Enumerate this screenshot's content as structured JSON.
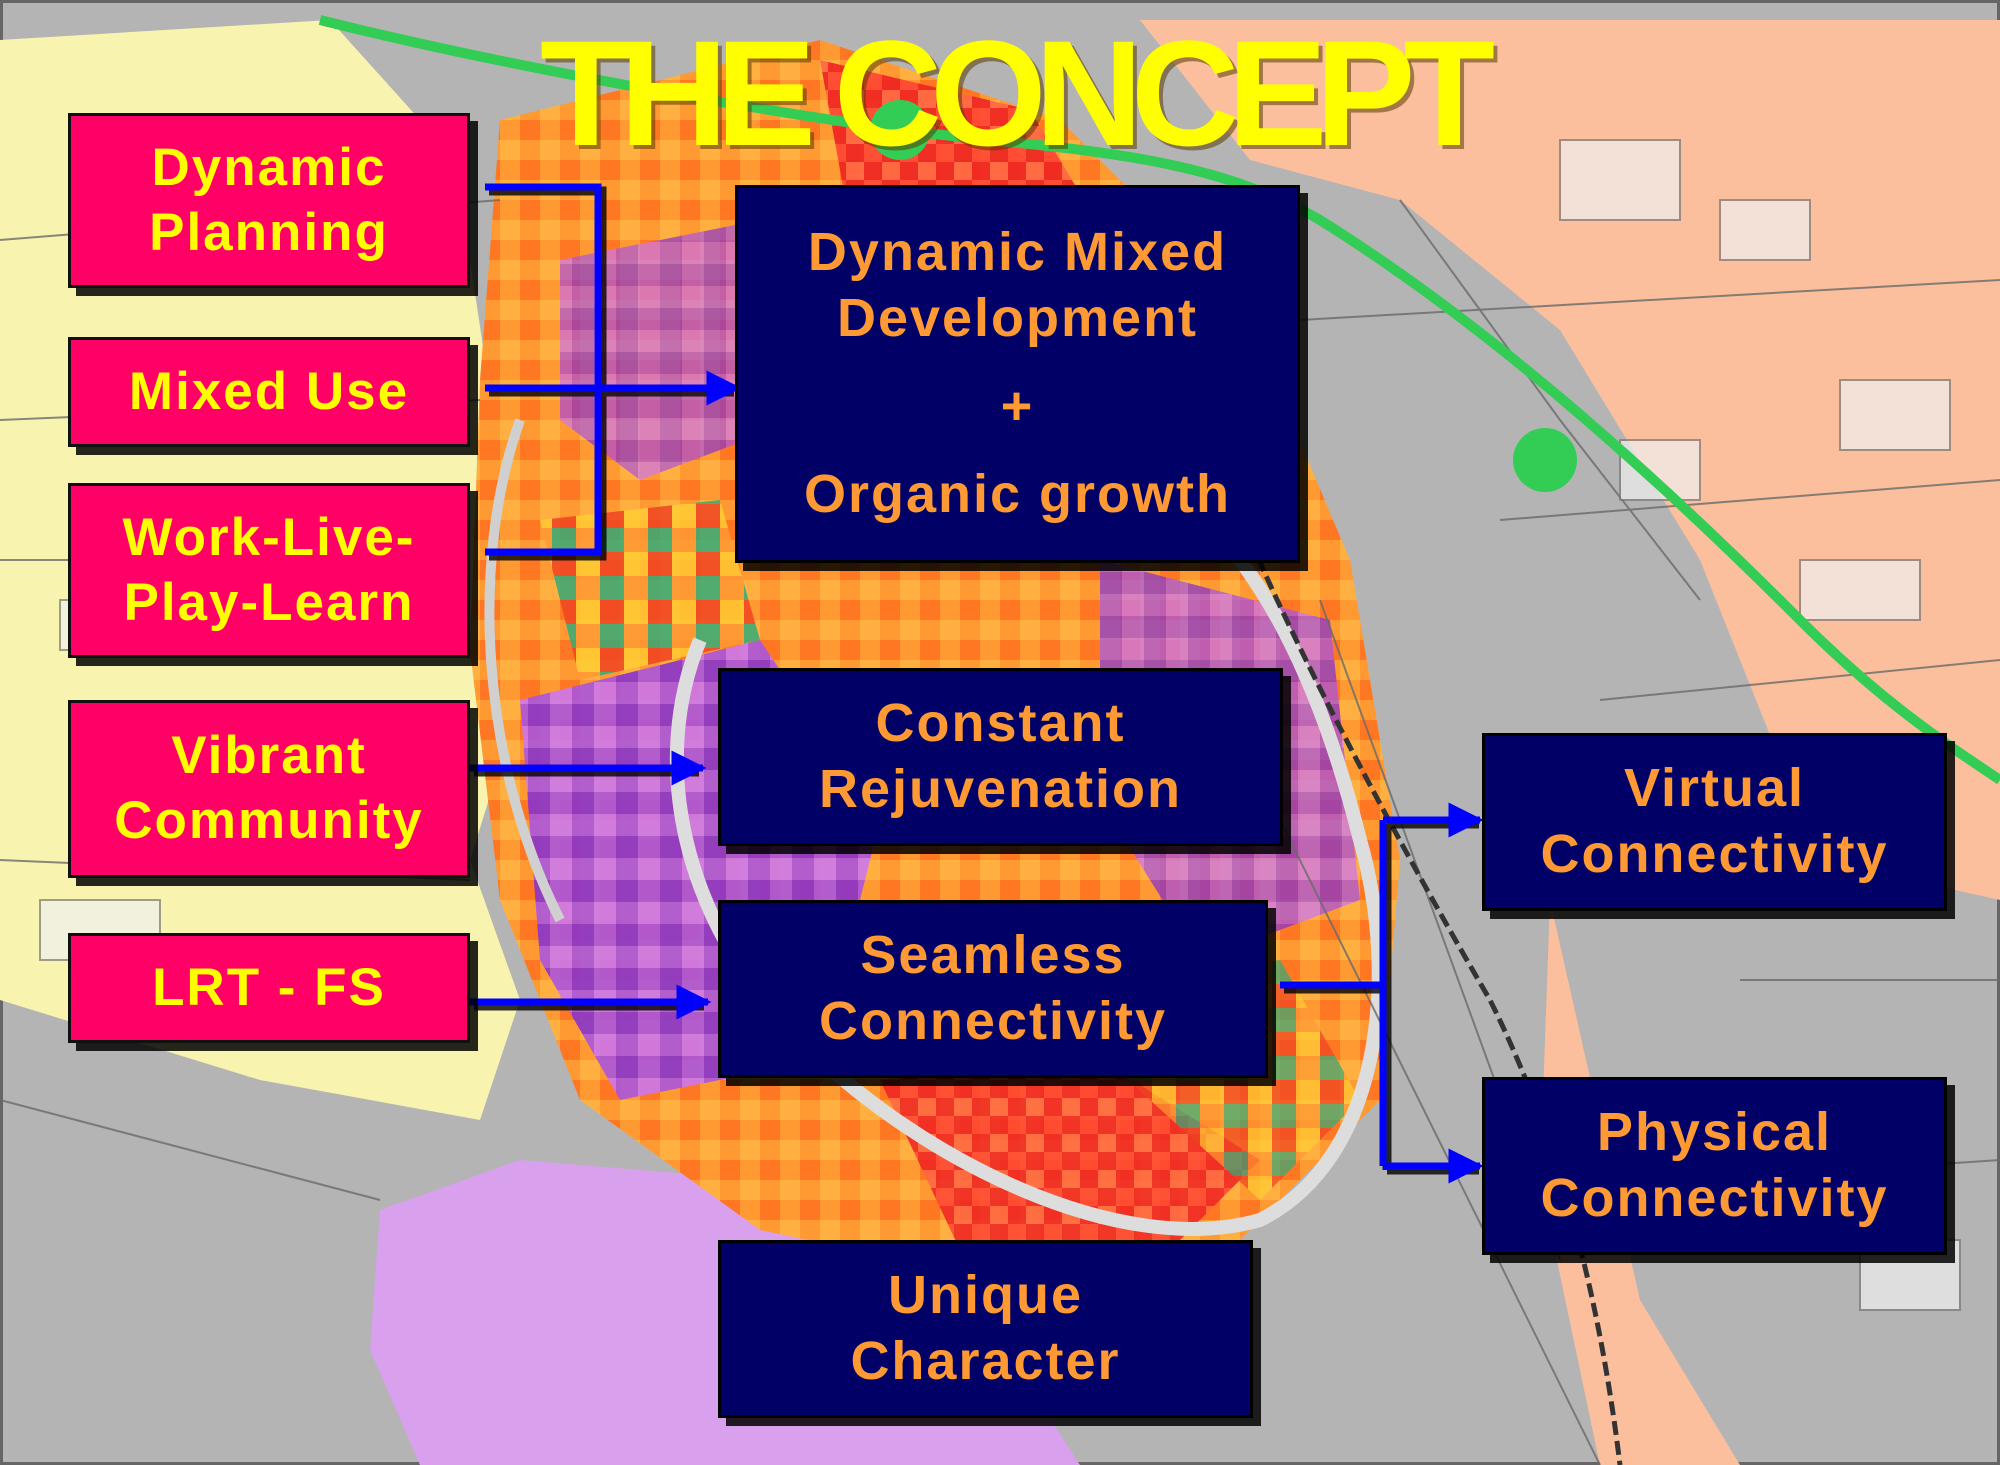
{
  "title": "THE CONCEPT",
  "colors": {
    "pink_box_fill": "#ff0066",
    "pink_box_text": "#ffff00",
    "navy_box_fill": "#000066",
    "navy_box_text": "#ff9933",
    "title_text": "#ffff00",
    "arrow": "#0000ff",
    "lrt_line": "#33cc55"
  },
  "inputs": {
    "dynamic_planning": [
      "Dynamic",
      "Planning"
    ],
    "mixed_use": [
      "Mixed Use"
    ],
    "work_live_play_learn": [
      "Work-Live-",
      "Play-Learn"
    ],
    "vibrant_community": [
      "Vibrant",
      "Community"
    ],
    "lrt_fs": [
      "LRT - FS"
    ]
  },
  "outcomes": {
    "dynamic_mixed_development": {
      "line1": "Dynamic Mixed",
      "line2": "Development",
      "plus": "+",
      "line3": "Organic growth"
    },
    "constant_rejuvenation": [
      "Constant",
      "Rejuvenation"
    ],
    "seamless_connectivity": [
      "Seamless",
      "Connectivity"
    ],
    "unique_character": [
      "Unique",
      "Character"
    ],
    "virtual_connectivity": [
      "Virtual",
      "Connectivity"
    ],
    "physical_connectivity": [
      "Physical",
      "Connectivity"
    ]
  }
}
